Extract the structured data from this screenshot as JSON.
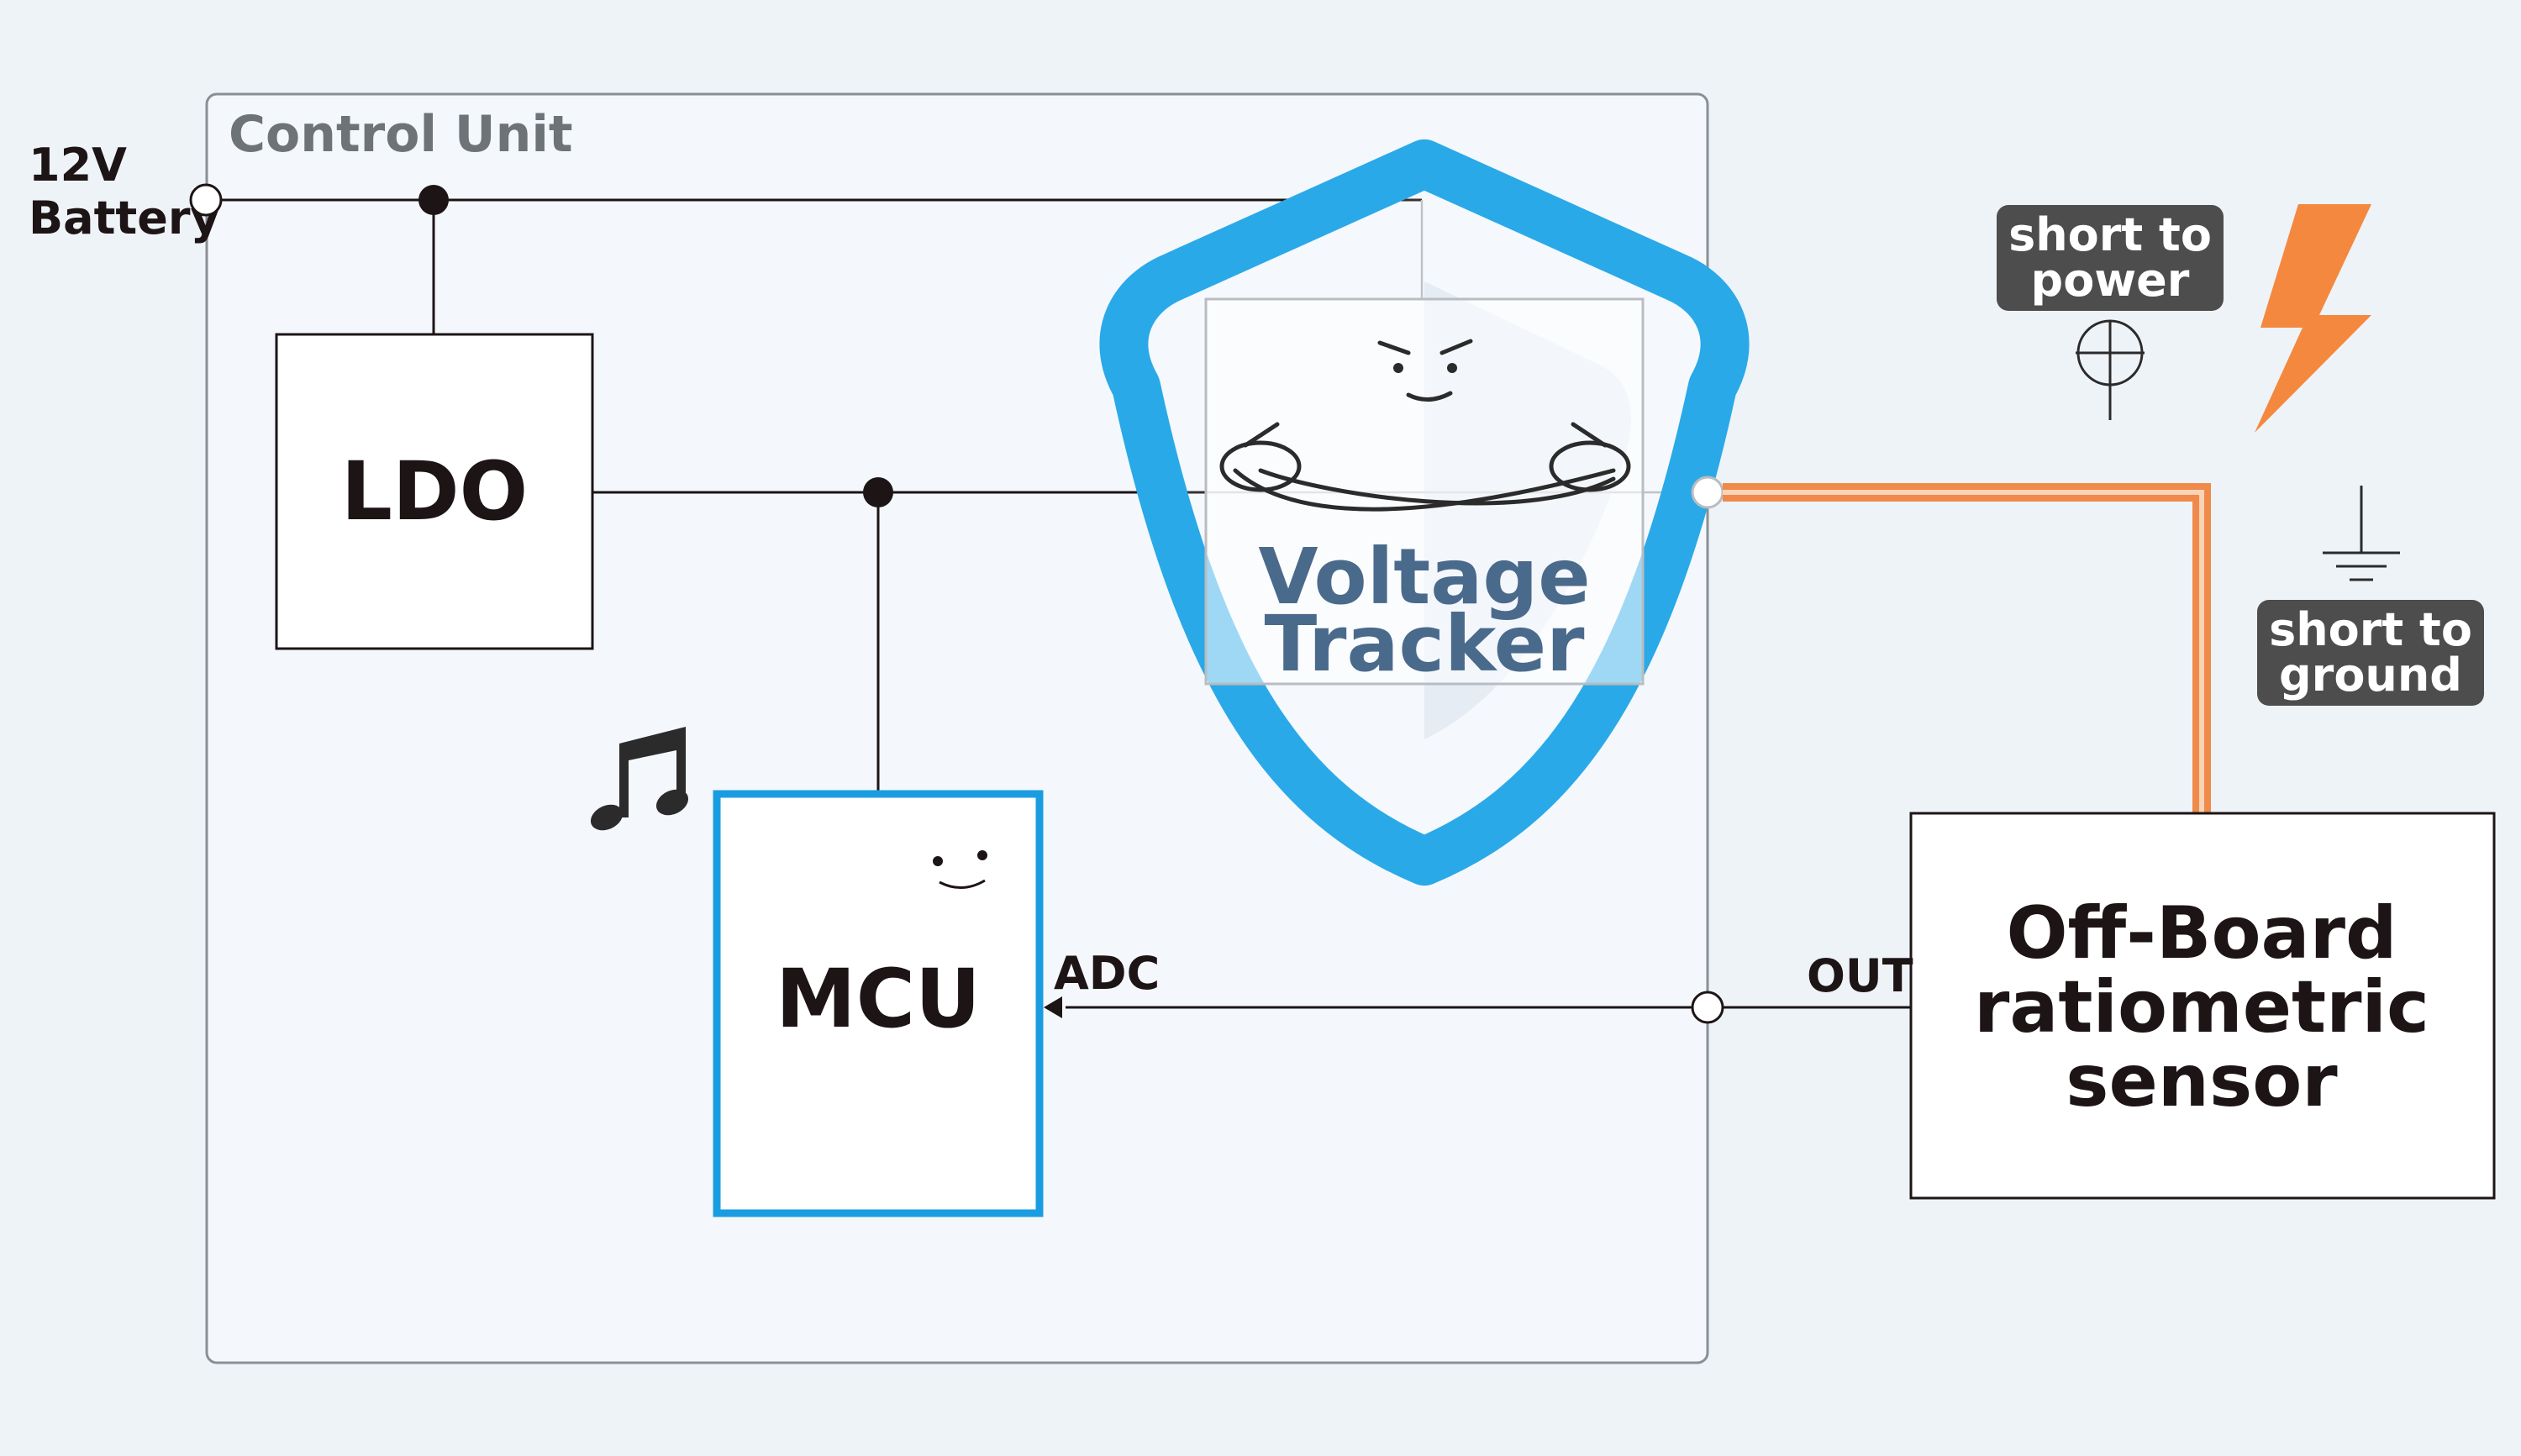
{
  "control_unit": {
    "title": "Control Unit"
  },
  "battery": {
    "label_line1": "12V",
    "label_line2": "Battery"
  },
  "ldo": {
    "label": "LDO"
  },
  "mcu": {
    "label": "MCU",
    "adc_label": "ADC"
  },
  "voltage_tracker": {
    "line1": "Voltage",
    "line2": "Tracker"
  },
  "sensor": {
    "line1": "Off-Board",
    "line2": "ratiometric",
    "line3": "sensor",
    "out_label": "OUT"
  },
  "faults": {
    "short_power_line1": "short to",
    "short_power_line2": "power",
    "short_ground_line1": "short to",
    "short_ground_line2": "ground"
  },
  "icons": [
    "music-note-icon",
    "lightning-icon",
    "power-symbol-icon",
    "ground-symbol-icon",
    "shield-icon"
  ],
  "colors": {
    "shield": "#2aa9e8",
    "mcu_border": "#1a9de0",
    "fault_wire": "#f08a4b",
    "lightning": "#f5883f",
    "tracker_text": "#4a6a8c",
    "badge": "#4d4d4d"
  }
}
